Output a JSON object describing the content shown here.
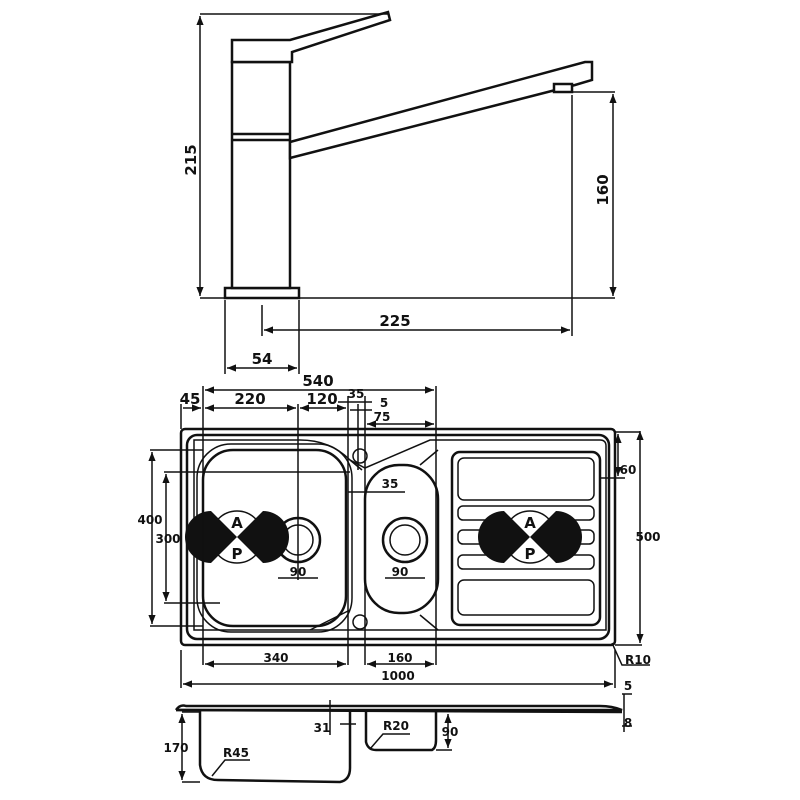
{
  "faucet": {
    "height_total": "215",
    "spout_height": "160",
    "spout_reach": "225",
    "base_diameter": "54"
  },
  "sink_top": {
    "bowl_zone_width": "540",
    "edge_to_bowl": "45",
    "bowl_to_waste": "220",
    "waste_to_divider": "120",
    "tap_hole_offset": "35",
    "tap_hole_gap": "5",
    "small_bowl_offset": "75",
    "small_bowl_inset": "35",
    "rim_depth": "60",
    "main_bowl_depth": "400",
    "main_bowl_inner": "300",
    "overall_depth": "500",
    "waste_main": "90",
    "waste_small": "90",
    "main_bowl_width": "340",
    "small_bowl_width": "160",
    "overall_width": "1000",
    "corner_radius": "R10",
    "ap_labels": {
      "a": "A",
      "p": "P"
    }
  },
  "sink_side": {
    "rim_thickness": "5",
    "rim_height": "8",
    "main_depth": "170",
    "tap_offset": "31",
    "small_radius": "R20",
    "small_depth": "90",
    "main_radius": "R45"
  }
}
